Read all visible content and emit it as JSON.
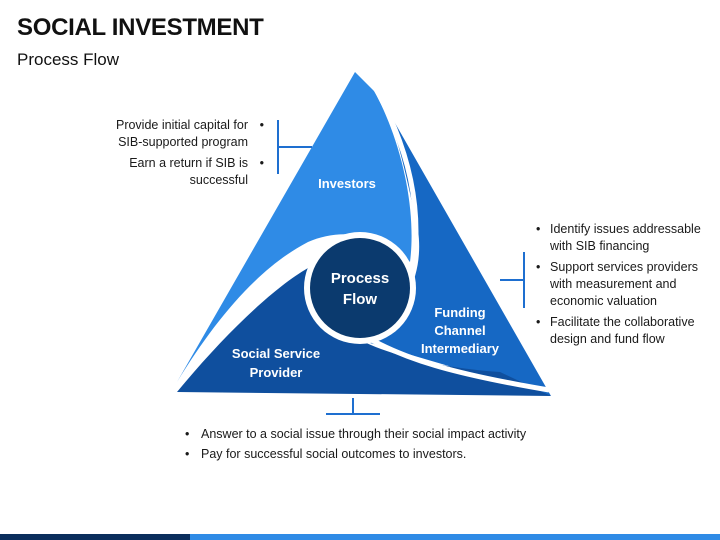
{
  "header": {
    "title": "SOCIAL INVESTMENT",
    "subtitle": "Process Flow"
  },
  "diagram": {
    "center_line1": "Process",
    "center_line2": "Flow",
    "investors_label": "Investors",
    "funding_line1": "Funding",
    "funding_line2": "Channel",
    "funding_line3": "Intermediary",
    "provider_line1": "Social Service",
    "provider_line2": "Provider",
    "colors": {
      "investors": "#2f8be6",
      "funding": "#1668c4",
      "provider": "#0f4f9e",
      "center": "#0b3a6e",
      "connector": "#1e6fd0"
    }
  },
  "investors_points": [
    "Provide initial capital for SIB-supported program",
    "Earn a return if SIB is successful"
  ],
  "funding_points": [
    "Identify issues addressable with SIB financing",
    "Support services providers with measurement and economic valuation",
    "Facilitate the collaborative design and fund flow"
  ],
  "provider_points": [
    "Answer to a social issue through their social impact activity",
    "Pay for successful social outcomes to investors."
  ]
}
